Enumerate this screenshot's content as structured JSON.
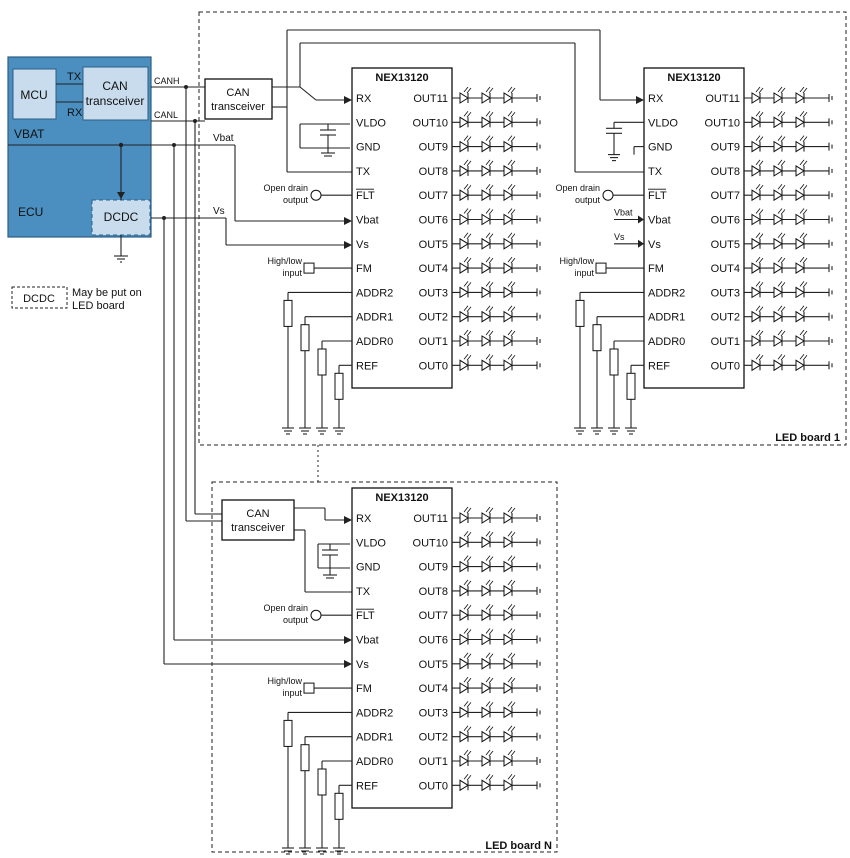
{
  "ecu": {
    "title": "ECU",
    "vbat": "VBAT",
    "mcu": "MCU",
    "can_line1": "CAN",
    "can_line2": "transceiver",
    "tx": "TX",
    "rx": "RX",
    "dcdc": "DCDC",
    "canh": "CANH",
    "canl": "CANL",
    "colors": {
      "fill": "#4a8fbf",
      "box": "#c8dced",
      "stroke": "#2d5f86"
    }
  },
  "legend": {
    "dcdc": "DCDC",
    "note1": "May be put on",
    "note2": "LED board"
  },
  "boards": [
    {
      "id": "board1",
      "label": "LED board 1",
      "chips": [
        {
          "name": "NEX13120",
          "left_pins": [
            "RX",
            "VLDO",
            "GND",
            "TX",
            "FLT",
            "Vbat",
            "Vs",
            "FM",
            "ADDR2",
            "ADDR1",
            "ADDR0",
            "REF"
          ],
          "right_pins": [
            "OUT11",
            "OUT10",
            "OUT9",
            "OUT8",
            "OUT7",
            "OUT6",
            "OUT5",
            "OUT4",
            "OUT3",
            "OUT2",
            "OUT1",
            "OUT0"
          ],
          "vbat_label": "Vbat",
          "vs_label": "Vs",
          "open_drain_1": "Open drain",
          "open_drain_2": "output",
          "highlow_1": "High/low",
          "highlow_2": "input"
        },
        {
          "name": "NEX13120",
          "left_pins": [
            "RX",
            "VLDO",
            "GND",
            "TX",
            "FLT",
            "Vbat",
            "Vs",
            "FM",
            "ADDR2",
            "ADDR1",
            "ADDR0",
            "REF"
          ],
          "right_pins": [
            "OUT11",
            "OUT10",
            "OUT9",
            "OUT8",
            "OUT7",
            "OUT6",
            "OUT5",
            "OUT4",
            "OUT3",
            "OUT2",
            "OUT1",
            "OUT0"
          ],
          "vbat_label": "Vbat",
          "vs_label": "Vs",
          "open_drain_1": "Open drain",
          "open_drain_2": "output",
          "highlow_1": "High/low",
          "highlow_2": "input"
        }
      ],
      "can_line1": "CAN",
      "can_line2": "transceiver"
    },
    {
      "id": "boardN",
      "label": "LED board N",
      "chips": [
        {
          "name": "NEX13120",
          "left_pins": [
            "RX",
            "VLDO",
            "GND",
            "TX",
            "FLT",
            "Vbat",
            "Vs",
            "FM",
            "ADDR2",
            "ADDR1",
            "ADDR0",
            "REF"
          ],
          "right_pins": [
            "OUT11",
            "OUT10",
            "OUT9",
            "OUT8",
            "OUT7",
            "OUT6",
            "OUT5",
            "OUT4",
            "OUT3",
            "OUT2",
            "OUT1",
            "OUT0"
          ],
          "vbat_label": "",
          "vs_label": "",
          "open_drain_1": "Open drain",
          "open_drain_2": "output",
          "highlow_1": "High/low",
          "highlow_2": "input"
        }
      ],
      "can_line1": "CAN",
      "can_line2": "transceiver"
    }
  ]
}
